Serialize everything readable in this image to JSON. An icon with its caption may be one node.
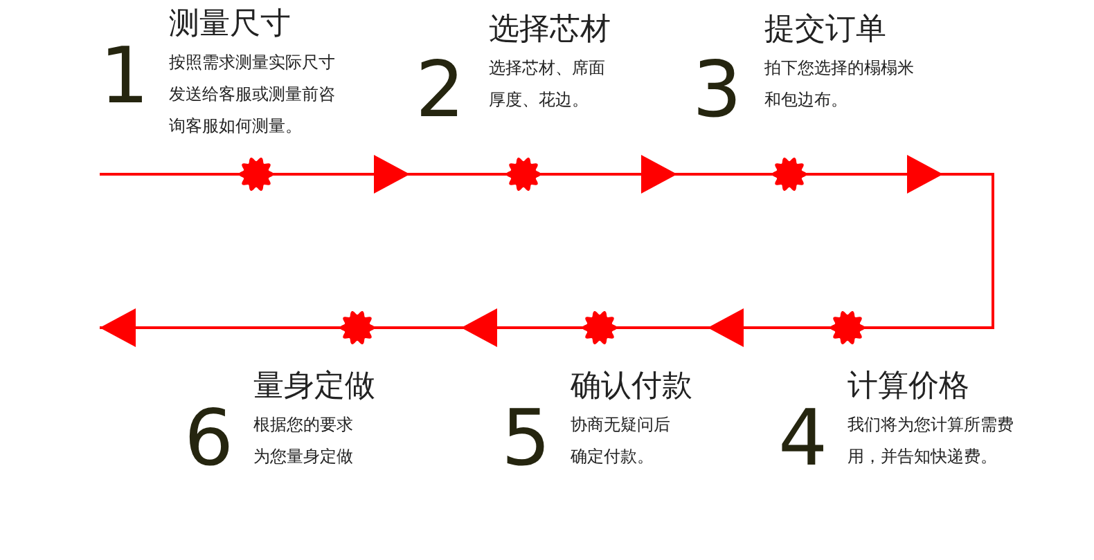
{
  "diagram": {
    "nodes": [
      {
        "text": [
          "1",
          "测量尺寸",
          "按照需求测量实际尺寸发送给客服或测量前咨询客服如何测量。"
        ]
      },
      {
        "text": [
          "2",
          "选择芯材",
          "选择芯材、席面厚度、花边。"
        ]
      },
      {
        "text": [
          "3",
          "提交订单",
          "拍下您选择的榻榻米和包边布。"
        ]
      },
      {
        "text": [
          "4",
          "计算价格",
          "我们将为您计算所需费用，并告知快递费。"
        ]
      },
      {
        "text": [
          "5",
          "确认付款",
          "协商无疑问后确定付款。"
        ]
      },
      {
        "text": [
          "6",
          "量身定做",
          "根据您的要求为您量身定做"
        ]
      },
      {
        "text": [],
        "shape": "circle"
      },
      {
        "text": [],
        "shape": "circle"
      },
      {
        "text": [],
        "shape": "circle"
      },
      {
        "text": [],
        "shape": "circle"
      },
      {
        "text": [],
        "shape": "circle"
      },
      {
        "text": [],
        "shape": "circle"
      }
    ],
    "edges": [
      {
        "from": null,
        "to": 6,
        "arrow": "none"
      },
      {
        "from": 6,
        "to": 7,
        "arrow": "to"
      },
      {
        "from": 7,
        "to": 8,
        "arrow": "to"
      },
      {
        "from": 8,
        "to": 11,
        "arrow": "to"
      },
      {
        "from": 11,
        "to": 10,
        "arrow": "to"
      },
      {
        "from": 10,
        "to": 9,
        "arrow": "to"
      },
      {
        "from": 9,
        "to": null,
        "arrow": "to"
      }
    ]
  }
}
